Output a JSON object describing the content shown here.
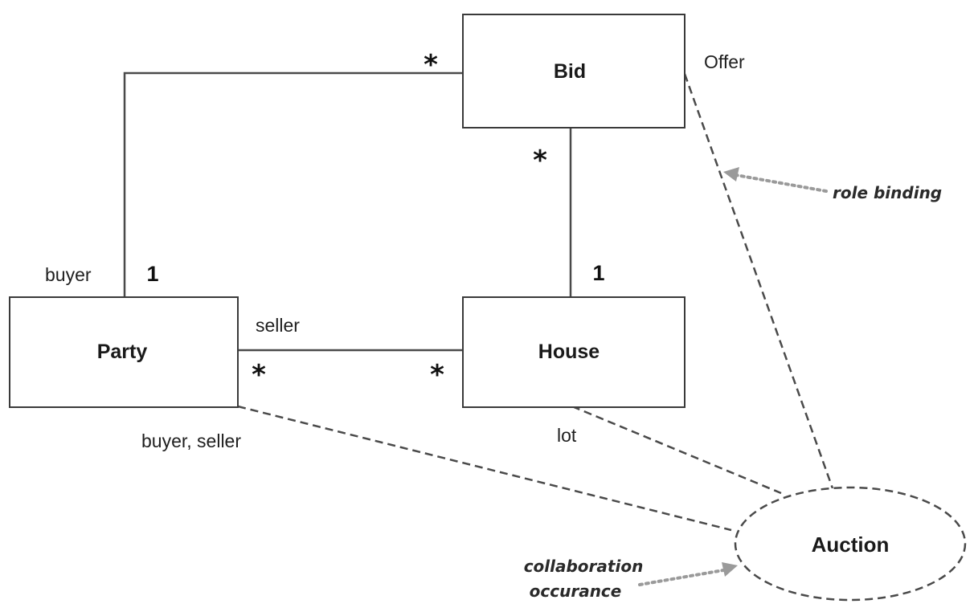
{
  "classes": {
    "bid": "Bid",
    "party": "Party",
    "house": "House"
  },
  "collaboration": {
    "name": "Auction"
  },
  "roles": {
    "offer": "Offer",
    "buyer": "buyer",
    "seller": "seller",
    "buyer_seller": "buyer, seller",
    "lot": "lot"
  },
  "multiplicities": {
    "bid_party_at_bid": "*",
    "bid_party_at_party": "1",
    "bid_house_at_bid": "*",
    "bid_house_at_house": "1",
    "party_house_at_party": "*",
    "party_house_at_house": "*"
  },
  "annotations": {
    "role_binding": "role binding",
    "collaboration_line1": "collaboration",
    "collaboration_line2": "occurance"
  }
}
